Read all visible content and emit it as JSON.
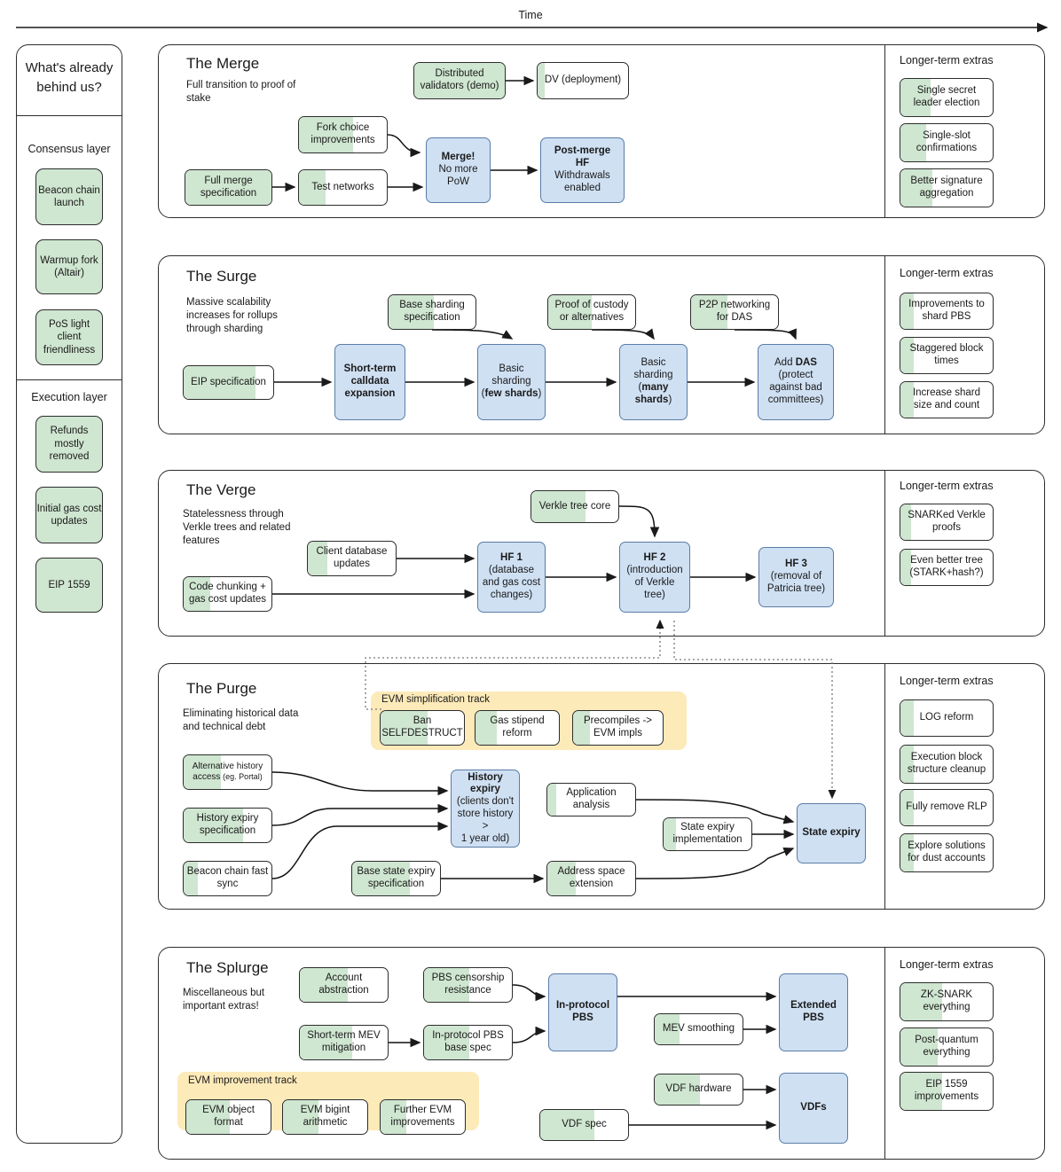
{
  "timeline": {
    "label": "Time",
    "direction": "left-to-right"
  },
  "colors": {
    "done_green": "#cfe6d0",
    "hardfork_blue": "#cfe0f3",
    "track_yellow": "#fdeab9",
    "stroke": "#2d2d2d"
  },
  "sidebar": {
    "heading": "What's already behind us?",
    "groups": [
      {
        "label": "Consensus layer",
        "items": [
          {
            "label": "Beacon chain launch",
            "progress": 100
          },
          {
            "label": "Warmup fork (Altair)",
            "progress": 100
          },
          {
            "label": "PoS light client friendliness",
            "progress": 100
          }
        ]
      },
      {
        "label": "Execution layer",
        "items": [
          {
            "label": "Refunds mostly removed",
            "progress": 100
          },
          {
            "label": "Initial gas cost updates",
            "progress": 100
          },
          {
            "label": "EIP 1559",
            "progress": 100
          }
        ]
      }
    ]
  },
  "sections": [
    {
      "id": "merge",
      "title": "The Merge",
      "subtitle": "Full transition to proof of stake",
      "nodes": [
        {
          "id": "dv-demo",
          "label": "Distributed validators (demo)",
          "kind": "green",
          "progress": 100
        },
        {
          "id": "dv-deploy",
          "label": "DV (deployment)",
          "kind": "green",
          "progress": 8
        },
        {
          "id": "fork-choice",
          "label": "Fork choice improvements",
          "kind": "green",
          "progress": 62
        },
        {
          "id": "full-merge-spec",
          "label": "Full merge specification",
          "kind": "green",
          "progress": 100
        },
        {
          "id": "test-networks",
          "label": "Test networks",
          "kind": "green",
          "progress": 30
        },
        {
          "id": "merge",
          "label": "Merge! No more PoW",
          "kind": "blue",
          "bold_first_line": true
        },
        {
          "id": "post-merge-hf",
          "label": "Post-merge HF Withdrawals enabled",
          "kind": "blue",
          "bold_first_line": true
        }
      ],
      "extras_title": "Longer-term extras",
      "extras": [
        {
          "label": "Single secret leader election",
          "progress": 33
        },
        {
          "label": "Single-slot confirmations",
          "progress": 28
        },
        {
          "label": "Better signature aggregation",
          "progress": 35
        }
      ]
    },
    {
      "id": "surge",
      "title": "The Surge",
      "subtitle": "Massive scalability increases for rollups through sharding",
      "nodes": [
        {
          "id": "base-sharding-spec",
          "label": "Base sharding specification",
          "kind": "green",
          "progress": 52
        },
        {
          "id": "proof-of-custody",
          "label": "Proof of custody or alternatives",
          "kind": "green",
          "progress": 50
        },
        {
          "id": "p2p-das",
          "label": "P2P networking for DAS",
          "kind": "green",
          "progress": 42
        },
        {
          "id": "eip-spec",
          "label": "EIP specification",
          "kind": "green",
          "progress": 80
        },
        {
          "id": "calldata-expansion",
          "label": "Short-term calldata expansion",
          "kind": "blue",
          "all_bold": true
        },
        {
          "id": "basic-sharding-few",
          "label": "Basic sharding (few shards)",
          "kind": "blue"
        },
        {
          "id": "basic-sharding-many",
          "label": "Basic sharding (many shards)",
          "kind": "blue"
        },
        {
          "id": "add-das",
          "label": "Add DAS (protect against bad committees)",
          "kind": "blue"
        }
      ],
      "extras_title": "Longer-term extras",
      "extras": [
        {
          "label": "Improvements to shard PBS",
          "progress": 14
        },
        {
          "label": "Staggered block times",
          "progress": 14
        },
        {
          "label": "Increase shard size and count",
          "progress": 14
        }
      ]
    },
    {
      "id": "verge",
      "title": "The Verge",
      "subtitle": "Statelessness through Verkle trees and related features",
      "nodes": [
        {
          "id": "verkle-tree-core",
          "label": "Verkle tree core",
          "kind": "green",
          "progress": 62
        },
        {
          "id": "client-db-updates",
          "label": "Client database updates",
          "kind": "green",
          "progress": 22
        },
        {
          "id": "code-chunking",
          "label": "Code chunking + gas cost updates",
          "kind": "green",
          "progress": 30
        },
        {
          "id": "hf1",
          "label": "HF 1 (database and gas cost changes)",
          "kind": "blue",
          "bold_first_line": true
        },
        {
          "id": "hf2",
          "label": "HF 2 (introduction of Verkle tree)",
          "kind": "blue",
          "bold_first_line": true
        },
        {
          "id": "hf3",
          "label": "HF 3 (removal of Patricia tree)",
          "kind": "blue",
          "bold_first_line": true
        }
      ],
      "extras_title": "Longer-term extras",
      "extras": [
        {
          "label": "SNARKed Verkle proofs",
          "progress": 12
        },
        {
          "label": "Even better tree (STARK+hash?)",
          "progress": 12
        }
      ]
    },
    {
      "id": "purge",
      "title": "The Purge",
      "subtitle": "Eliminating historical data and technical debt",
      "track": {
        "label": "EVM simplification track",
        "items": [
          {
            "label": "Ban SELFDESTRUCT",
            "progress": 56
          },
          {
            "label": "Gas stipend reform",
            "progress": 25
          },
          {
            "label": "Precompiles -> EVM impls",
            "progress": 19
          }
        ]
      },
      "nodes": [
        {
          "id": "alt-history",
          "label": "Alternative history access (eg. Portal)",
          "kind": "green",
          "progress": 42
        },
        {
          "id": "history-expiry-spec",
          "label": "History expiry specification",
          "kind": "green",
          "progress": 68
        },
        {
          "id": "beacon-fast-sync",
          "label": "Beacon chain fast sync",
          "kind": "green",
          "progress": 16
        },
        {
          "id": "base-state-expiry-spec",
          "label": "Base state expiry specification",
          "kind": "green",
          "progress": 66
        },
        {
          "id": "application-analysis",
          "label": "Application analysis",
          "kind": "green",
          "progress": 10
        },
        {
          "id": "address-space-extension",
          "label": "Address space extension",
          "kind": "green",
          "progress": 32
        },
        {
          "id": "state-expiry-impl",
          "label": "State expiry implementation",
          "kind": "green",
          "progress": 14
        },
        {
          "id": "history-expiry",
          "label": "History expiry (clients don't store history > 1 year old)",
          "kind": "blue",
          "bold_first_line": true
        },
        {
          "id": "state-expiry",
          "label": "State expiry",
          "kind": "blue",
          "all_bold": true
        }
      ],
      "extras_title": "Longer-term extras",
      "extras": [
        {
          "label": "LOG reform",
          "progress": 14
        },
        {
          "label": "Execution block structure cleanup",
          "progress": 14
        },
        {
          "label": "Fully remove RLP",
          "progress": 14
        },
        {
          "label": "Explore solutions for dust accounts",
          "progress": 14
        }
      ]
    },
    {
      "id": "splurge",
      "title": "The Splurge",
      "subtitle": "Miscellaneous but important extras!",
      "track": {
        "label": "EVM improvement track",
        "items": [
          {
            "label": "EVM object format",
            "progress": 52
          },
          {
            "label": "EVM bigint arithmetic",
            "progress": 42
          },
          {
            "label": "Further EVM improvements",
            "progress": 30
          }
        ]
      },
      "nodes": [
        {
          "id": "account-abstraction",
          "label": "Account abstraction",
          "kind": "green",
          "progress": 55
        },
        {
          "id": "pbs-censorship",
          "label": "PBS censorship resistance",
          "kind": "green",
          "progress": 52
        },
        {
          "id": "short-term-mev",
          "label": "Short-term MEV mitigation",
          "kind": "green",
          "progress": 60
        },
        {
          "id": "in-protocol-pbs-base",
          "label": "In-protocol PBS base spec",
          "kind": "green",
          "progress": 52
        },
        {
          "id": "mev-smoothing",
          "label": "MEV smoothing",
          "kind": "green",
          "progress": 28
        },
        {
          "id": "vdf-hardware",
          "label": "VDF hardware",
          "kind": "green",
          "progress": 52
        },
        {
          "id": "vdf-spec",
          "label": "VDF spec",
          "kind": "green",
          "progress": 62
        },
        {
          "id": "in-protocol-pbs",
          "label": "In-protocol PBS",
          "kind": "blue",
          "all_bold": true
        },
        {
          "id": "extended-pbs",
          "label": "Extended PBS",
          "kind": "blue",
          "all_bold": true
        },
        {
          "id": "vdfs",
          "label": "VDFs",
          "kind": "blue",
          "all_bold": true
        }
      ],
      "extras_title": "Longer-term extras",
      "extras": [
        {
          "label": "ZK-SNARK everything",
          "progress": 45
        },
        {
          "label": "Post-quantum everything",
          "progress": 40
        },
        {
          "label": "EIP 1559 improvements",
          "progress": 45
        }
      ]
    }
  ]
}
